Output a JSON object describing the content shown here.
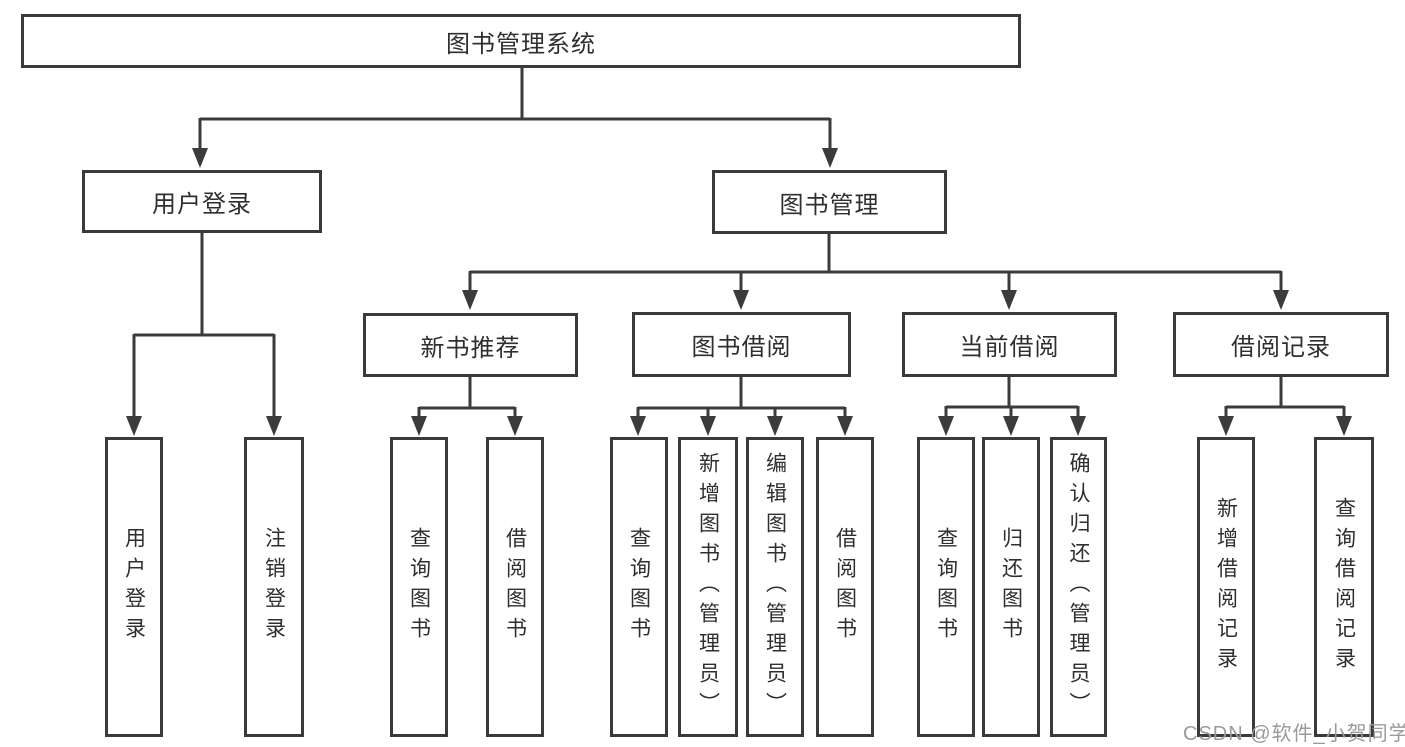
{
  "diagram": {
    "root": {
      "label": "图书管理系统",
      "children": [
        {
          "label": "用户登录",
          "children": [
            {
              "label": "用户登录"
            },
            {
              "label": "注销登录"
            }
          ]
        },
        {
          "label": "图书管理",
          "children": [
            {
              "label": "新书推荐",
              "children": [
                {
                  "label": "查询图书"
                },
                {
                  "label": "借阅图书"
                }
              ]
            },
            {
              "label": "图书借阅",
              "children": [
                {
                  "label": "查询图书"
                },
                {
                  "label": "新增图书（管理员）"
                },
                {
                  "label": "编辑图书（管理员）"
                },
                {
                  "label": "借阅图书"
                }
              ]
            },
            {
              "label": "当前借阅",
              "children": [
                {
                  "label": "查询图书"
                },
                {
                  "label": "归还图书"
                },
                {
                  "label": "确认归还（管理员）"
                }
              ]
            },
            {
              "label": "借阅记录",
              "children": [
                {
                  "label": "新增借阅记录"
                },
                {
                  "label": "查询借阅记录"
                }
              ]
            }
          ]
        }
      ]
    },
    "line_color": "#3b3b3b",
    "box_fill": "#ffffff"
  },
  "watermark": {
    "text": "CSDN @软件_小贺同学"
  }
}
